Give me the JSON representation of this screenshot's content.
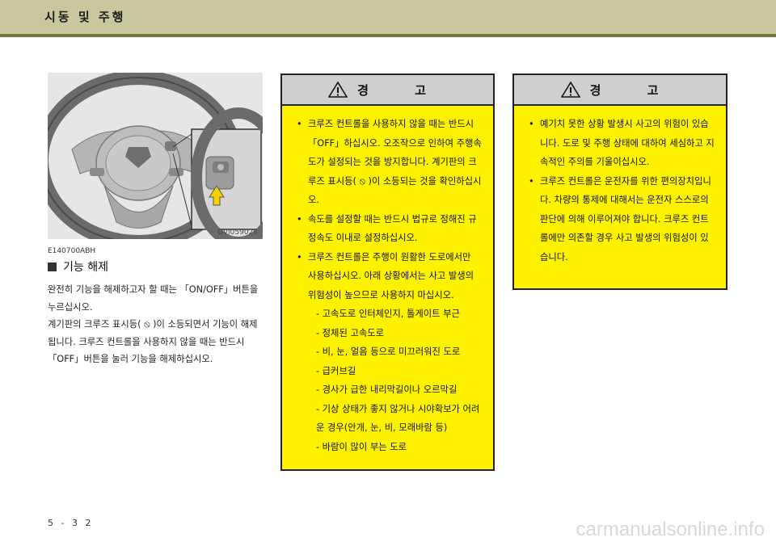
{
  "header": {
    "title": "시동 및 주행"
  },
  "figure": {
    "code": "OVI059028"
  },
  "section": {
    "code": "E140700ABH",
    "heading": "기능 해제",
    "para1": "완전히 기능을 해제하고자 할 때는 「ON/OFF」버튼을 누르십시오.",
    "para2": "계기판의 크루즈 표시등( ⦸ )이 소등되면서 기능이 해제됩니다. 크루즈 컨트롤을 사용하지 않을 때는 반드시 「OFF」버튼을 눌러 기능을 해제하십시오."
  },
  "warning1": {
    "title": "경 고",
    "items": [
      "크루즈 컨트롤을 사용하지 않을 때는 반드시 「OFF」하십시오. 오조작으로 인하여 주행속도가 설정되는 것을 방지합니다. 계기판의 크루즈 표시등( ⦸ )이 소등되는 것을 확인하십시오.",
      "속도를 설정할 때는 반드시 법규로 정해진 규정속도 이내로 설정하십시오.",
      "크루즈 컨트롤은 주행이 원활한 도로에서만 사용하십시오. 아래 상황에서는 사고 발생의 위험성이 높으므로 사용하지 마십시오."
    ],
    "subitems": [
      "- 고속도로 인터체인지, 톨게이트 부근",
      "- 정체된 고속도로",
      "- 비, 눈, 얼음 등으로 미끄러워진 도로",
      "- 급커브길",
      "- 경사가 급한 내리막길이나 오르막길",
      "- 기상 상태가 좋지 않거나 시야확보가 어려운 경우(안개, 눈, 비, 모래바람 등)",
      "- 바람이 많이 부는 도로"
    ]
  },
  "warning2": {
    "title": "경 고",
    "items": [
      "예기치 못한 상황 발생시 사고의 위험이 있습니다. 도로 및 주행 상태에 대하여 세심하고 지속적인 주의를 기울이십시오.",
      "크루즈 컨트롤은 운전자를 위한 편의장치입니다. 차량의 통제에 대해서는 운전자 스스로의 판단에 의해 이루어져야 합니다. 크루즈 컨트롤에만 의존할 경우 사고 발생의 위험성이 있습니다."
    ]
  },
  "page_number": "5 - 3 2",
  "watermark": "carmanualsonline.info"
}
